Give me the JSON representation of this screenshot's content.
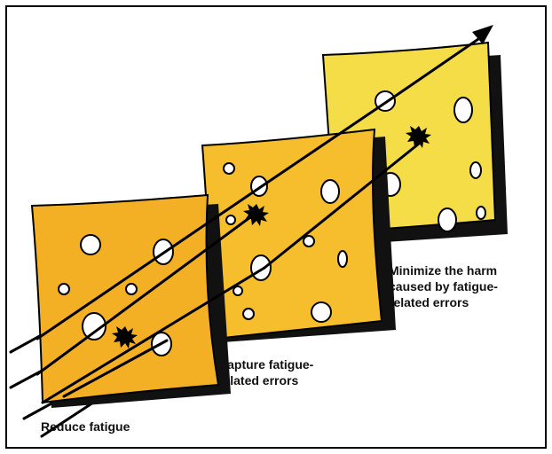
{
  "labels": {
    "reduce": "Reduce fatigue",
    "capture": "Capture fatigue-\nrelated errors",
    "minimize": "Minimize the harm\ncaused by fatigue-\nrelated errors"
  },
  "colors": {
    "slice_front": "#F3B025",
    "slice_middle": "#F6BD2C",
    "slice_back": "#F4DD46",
    "shadow": "#111111",
    "hole": "#FFFFFF",
    "outline": "#000000"
  }
}
